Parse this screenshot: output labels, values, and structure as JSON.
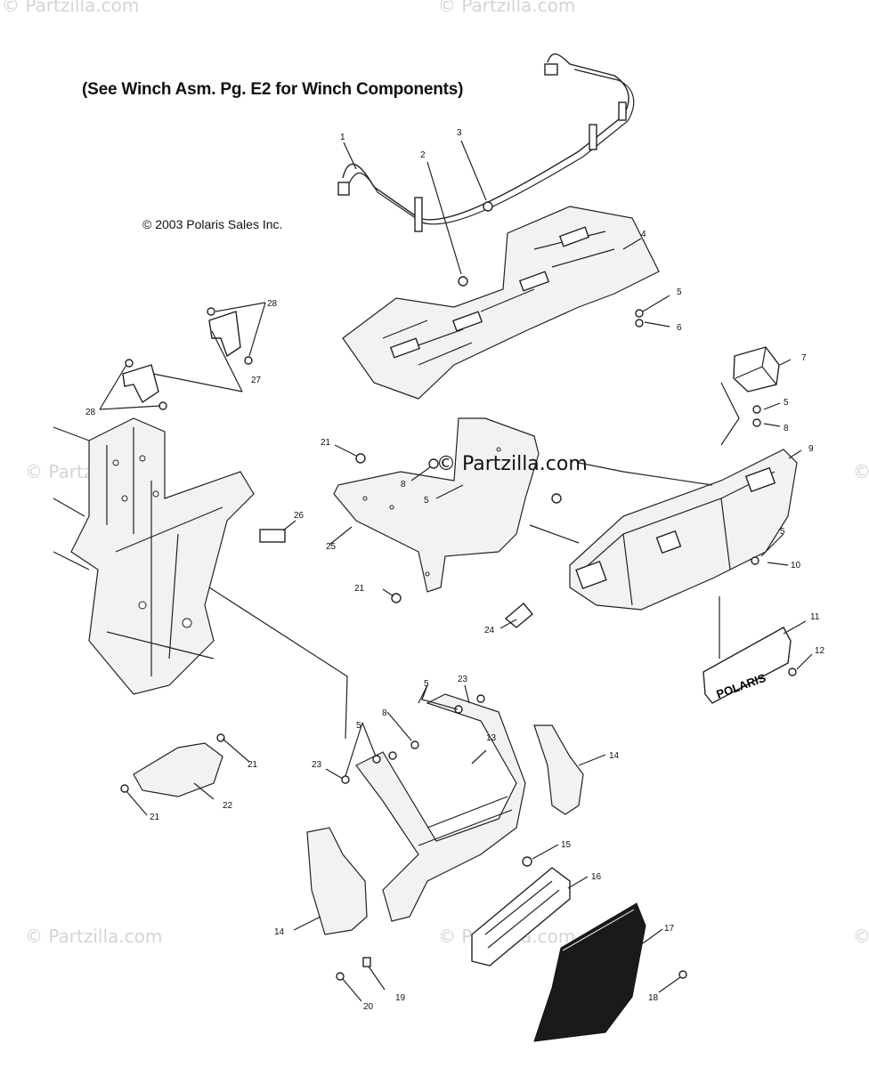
{
  "watermark": "© Partzilla.com",
  "center_watermark": "© Partzilla.com",
  "title": "(See Winch Asm. Pg. E2 for Winch Components)",
  "copyright": "© 2003 Polaris Sales Inc.",
  "grille_logo": "POLARIS",
  "callouts": [
    "1",
    "2",
    "3",
    "4",
    "5",
    "6",
    "7",
    "5",
    "8",
    "9",
    "21",
    "8",
    "5",
    "26",
    "25",
    "21",
    "5",
    "10",
    "11",
    "24",
    "12",
    "28",
    "27",
    "28",
    "23",
    "5",
    "8",
    "13",
    "5",
    "23",
    "14",
    "21",
    "22",
    "21",
    "15",
    "16",
    "14",
    "17",
    "18",
    "19",
    "20"
  ]
}
